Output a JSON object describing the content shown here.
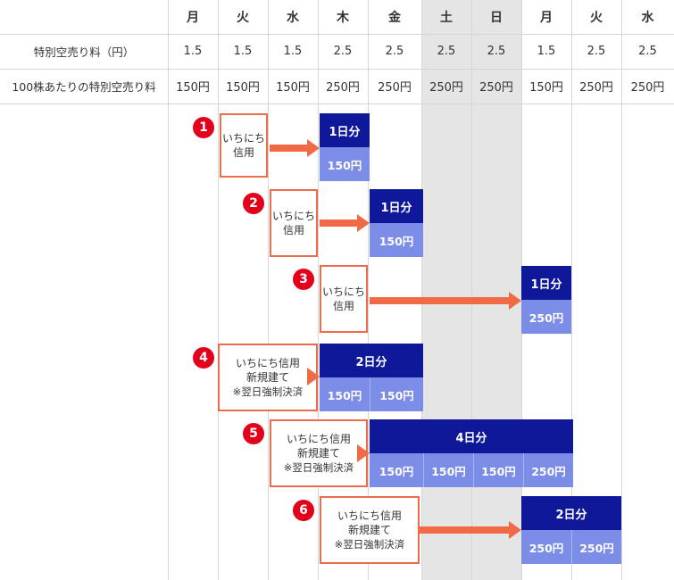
{
  "header": {
    "days": [
      "月",
      "火",
      "水",
      "木",
      "金",
      "土",
      "日",
      "月",
      "火",
      "水"
    ]
  },
  "rows": [
    {
      "label": "特別空売り料（円）",
      "values": [
        "1.5",
        "1.5",
        "1.5",
        "2.5",
        "2.5",
        "2.5",
        "2.5",
        "1.5",
        "2.5",
        "2.5"
      ]
    },
    {
      "label": "100株あたりの特別空売り料",
      "values": [
        "150円",
        "150円",
        "150円",
        "250円",
        "250円",
        "250円",
        "250円",
        "150円",
        "250円",
        "250円"
      ]
    }
  ],
  "examples": [
    {
      "number": "1",
      "lines": [
        "いちにち",
        "信用"
      ],
      "bar_label": "1日分",
      "fees": [
        "150円"
      ]
    },
    {
      "number": "2",
      "lines": [
        "いちにち",
        "信用"
      ],
      "bar_label": "1日分",
      "fees": [
        "150円"
      ]
    },
    {
      "number": "3",
      "lines": [
        "いちにち",
        "信用"
      ],
      "bar_label": "1日分",
      "fees": [
        "250円"
      ]
    },
    {
      "number": "4",
      "lines": [
        "いちにち信用",
        "新規建て",
        "※翌日強制決済"
      ],
      "bar_label": "2日分",
      "fees": [
        "150円",
        "150円"
      ]
    },
    {
      "number": "5",
      "lines": [
        "いちにち信用",
        "新規建て",
        "※翌日強制決済"
      ],
      "bar_label": "4日分",
      "fees": [
        "150円",
        "150円",
        "150円",
        "250円"
      ]
    },
    {
      "number": "6",
      "lines": [
        "いちにち信用",
        "新規建て",
        "※翌日強制決済"
      ],
      "bar_label": "2日分",
      "fees": [
        "250円",
        "250円"
      ]
    }
  ],
  "colors": {
    "badge": "#e3001b",
    "arrow": "#ef6a45",
    "box_border": "#ec6b4a",
    "bar_dark": "#10189a",
    "bar_light": "#7b8de6",
    "weekend_bg": "#e5e5e5"
  }
}
